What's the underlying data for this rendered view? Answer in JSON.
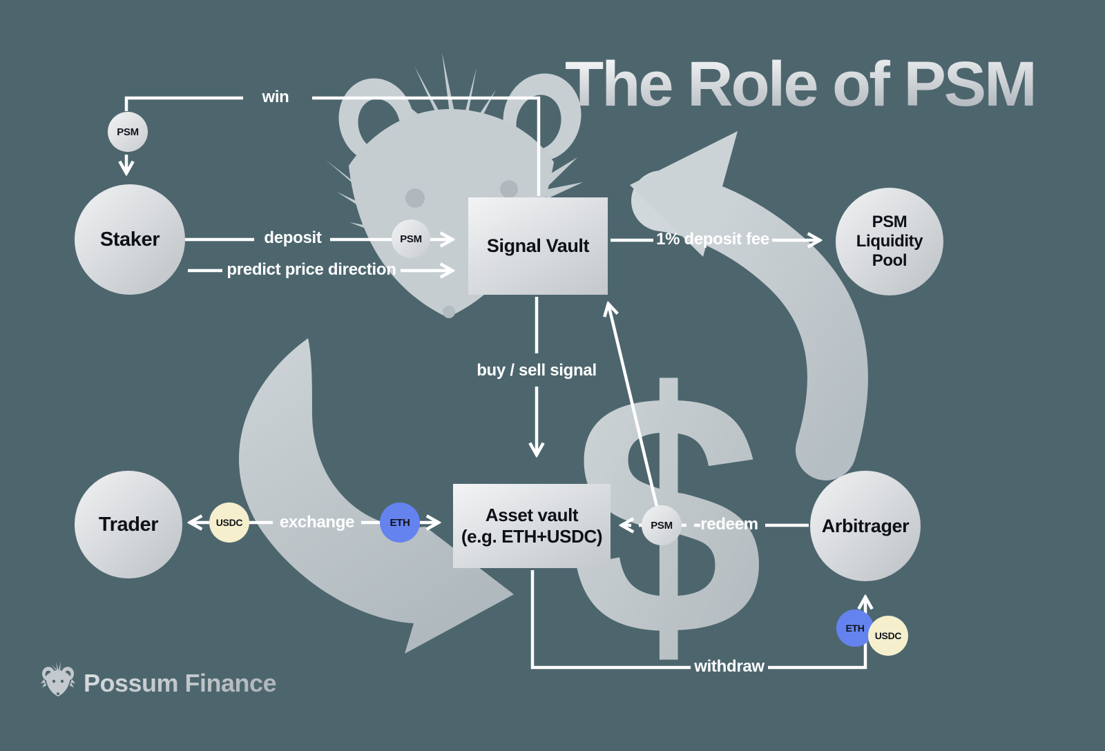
{
  "title": "The Role of PSM",
  "brand": "Possum Finance",
  "decor": {
    "dollar_sign": "$"
  },
  "nodes": {
    "staker": "Staker",
    "trader": "Trader",
    "arbitrager": "Arbitrager",
    "signal_vault": "Signal Vault",
    "asset_vault": {
      "line1": "Asset vault",
      "line2": "(e.g. ETH+USDC)"
    },
    "psm_liquidity_pool": "PSM Liquidity Pool"
  },
  "coins": {
    "psm": "PSM",
    "eth": "ETH",
    "usdc": "USDC"
  },
  "labels": {
    "win": "win",
    "deposit": "deposit",
    "predict": "predict price direction",
    "deposit_fee": "1% deposit fee",
    "buy_sell_signal": "buy / sell signal",
    "exchange": "exchange",
    "redeem": "redeem",
    "withdraw": "withdraw"
  },
  "colors": {
    "background": "#4d666e",
    "line": "#ffffff",
    "eth_coin": "#6583ef",
    "usdc_coin": "#f5efcd",
    "node_text": "#0d1016",
    "watermark_gray": "#e0e4e7"
  }
}
